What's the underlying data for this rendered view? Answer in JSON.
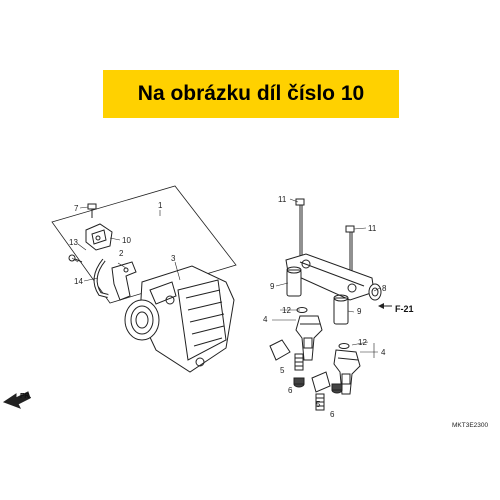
{
  "header": {
    "title": "Na obrázku díl číslo 10"
  },
  "diagram": {
    "callouts": [
      "1",
      "2",
      "3",
      "4",
      "5",
      "6",
      "7",
      "8",
      "9",
      "10",
      "11",
      "12",
      "13",
      "14"
    ],
    "reference": "F-21",
    "direction": "FR.",
    "code": "MKT3E2300"
  },
  "colors": {
    "banner": "#ffd100",
    "line": "#222222"
  }
}
